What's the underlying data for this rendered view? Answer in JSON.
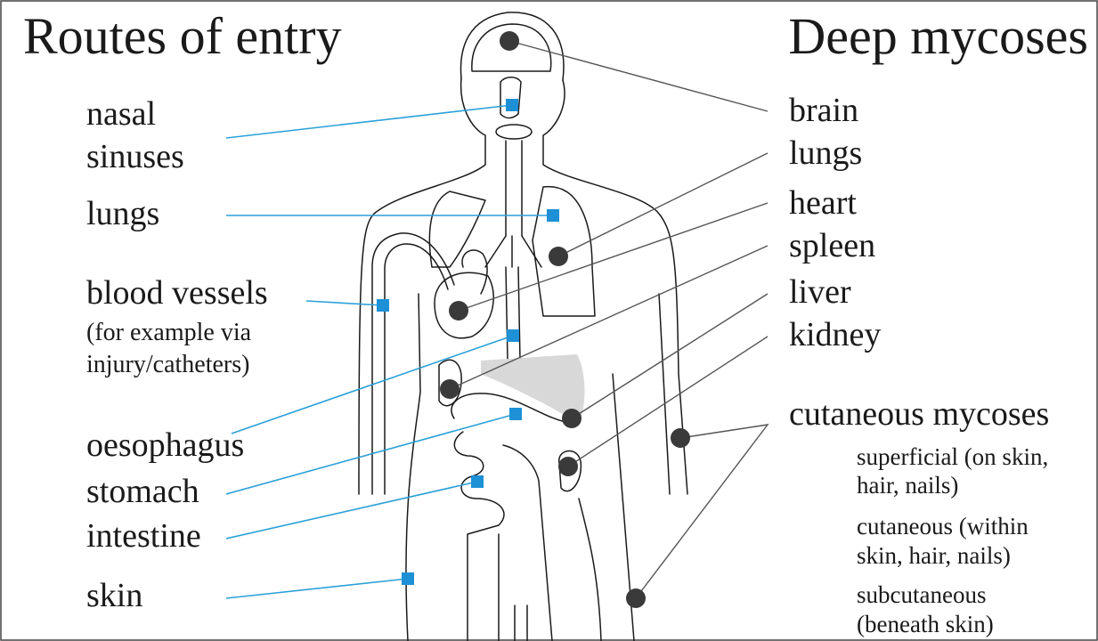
{
  "left_title": "Routes of entry",
  "right_title": "Deep mycoses",
  "routes": {
    "nasal_1": "nasal",
    "nasal_2": "sinuses",
    "lungs": "lungs",
    "blood_vessels": "blood vessels",
    "blood_note_1": "(for example via",
    "blood_note_2": "injury/catheters)",
    "oesophagus": "oesophagus",
    "stomach": "stomach",
    "intestine": "intestine",
    "skin": "skin"
  },
  "deep": {
    "brain": "brain",
    "lungs": "lungs",
    "heart": "heart",
    "spleen": "spleen",
    "liver": "liver",
    "kidney": "kidney"
  },
  "cutaneous": {
    "heading": "cutaneous mycoses",
    "superficial_1": "superficial (on skin,",
    "superficial_2": "hair, nails)",
    "cutaneous_1": "cutaneous (within",
    "cutaneous_2": "skin, hair, nails)",
    "subcutaneous_1": "subcutaneous",
    "subcutaneous_2": "(beneath skin)"
  },
  "colors": {
    "entry_marker": "#1e90d6",
    "entry_line": "#2aa0d8",
    "site_marker": "#3a3a3a",
    "liver_fill": "#d8d8d8"
  }
}
